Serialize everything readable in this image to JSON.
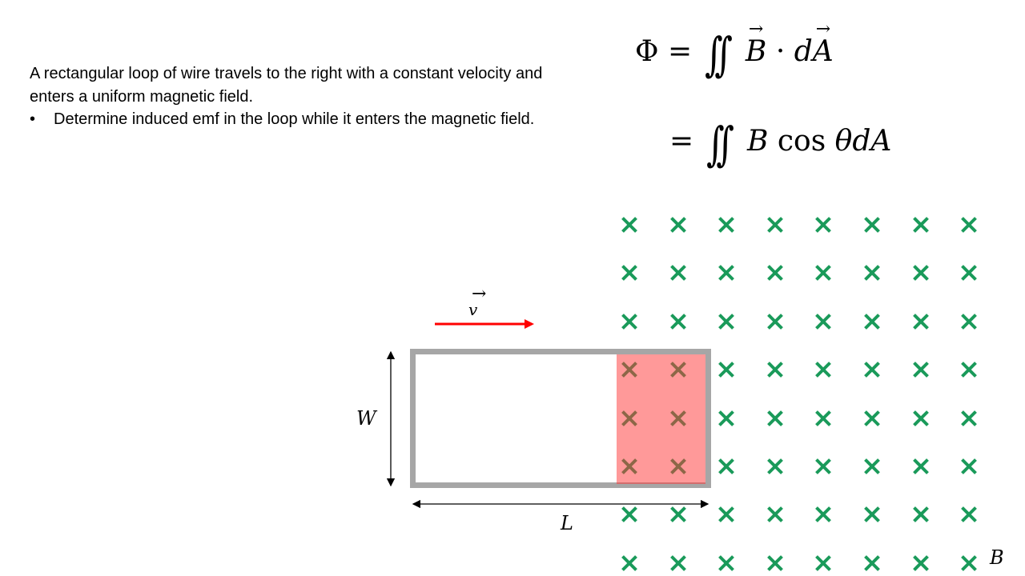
{
  "problem": {
    "statement": "A rectangular loop of wire travels to the right with a constant velocity and enters a uniform magnetic field.",
    "bullet_symbol": "•",
    "bullet": "Determine induced emf in the loop while it enters the magnetic field."
  },
  "equations": {
    "line1": {
      "lhs": "Φ",
      "eq": "=",
      "integral": "∫∫",
      "b": "B",
      "dot": "·",
      "d": "d",
      "a": "A"
    },
    "line2": {
      "eq": "=",
      "integral": "∫∫",
      "rest_b": "B",
      "cos": "cos",
      "theta": "θ",
      "d": "d",
      "a": "A"
    }
  },
  "diagram": {
    "velocity_label": "v",
    "width_label": "W",
    "length_label": "L",
    "field_label": "B",
    "field_symbol": "×",
    "field_grid": {
      "rows": 8,
      "cols": 8
    },
    "colors": {
      "field": "#1a9a5a",
      "velocity": "#ff0000",
      "loop": "#a6a6a6",
      "flux_region": "#ff9999"
    }
  }
}
